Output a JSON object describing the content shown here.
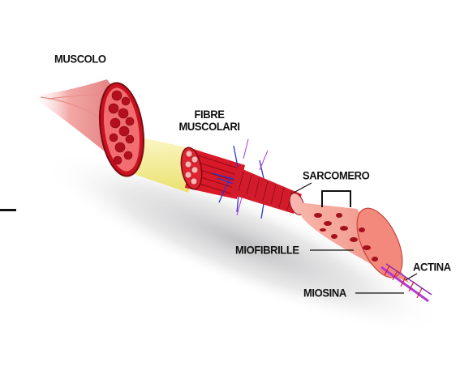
{
  "labels": {
    "muscolo": "MUSCOLO",
    "fibre_line1": "FIBRE",
    "fibre_line2": "MUSCOLARI",
    "sarcomero": "SARCOMERO",
    "miofibrille": "MIOFIBRILLE",
    "actina": "ACTINA",
    "miosina": "MIOSINA"
  },
  "colors": {
    "muscle_red": "#d8192a",
    "muscle_dark": "#a30d1c",
    "muscle_pink": "#f7a7a8",
    "tendon_yellow": "#f4ee9a",
    "nerve_blue": "#2d36c8",
    "filament_purple": "#b23ad6",
    "label_text": "#111111"
  }
}
